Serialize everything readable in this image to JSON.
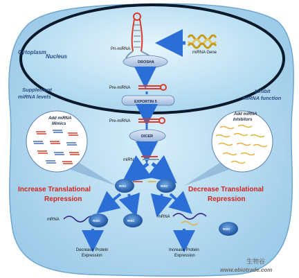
{
  "labels": {
    "cytoplasm": "Cytoplasm",
    "nucleus": "Nucleus",
    "pri_mirna": "Pri-miRNA",
    "mirna_gene": "miRNA Gene",
    "drosha": "DROSHA",
    "pre_mirna_nucleus": "Pre-miRNA",
    "exportin": "EXPORTIN 5",
    "pre_mirna_cyto": "Pre-miRNA",
    "dicer": "DICER",
    "mirna": "miRNA",
    "supplement_line1": "Supplement",
    "supplement_line2": "miRNA levels",
    "inhibit_line1": "Inhibit",
    "inhibit_line2": "miRNA function",
    "mimics_line1": "Add miRNA",
    "mimics_line2": "Mimics",
    "inhibitors_line1": "Add miRNA",
    "inhibitors_line2": "Inhibitors",
    "increase_line1": "Increase Translational",
    "increase_line2": "Repression",
    "decrease_line1": "Decrease Translational",
    "decrease_line2": "Repression",
    "risc": "RISC",
    "mrna_left": "mRNA",
    "mrna_right": "mRNA",
    "decrease_protein_line1": "Decrease Protein",
    "decrease_protein_line2": "Expression",
    "increase_protein_line1": "Increase Protein",
    "increase_protein_line2": "Expression",
    "watermark_cn": "生物谷",
    "watermark_url": "www.ebiotrade.com"
  },
  "colors": {
    "cell": "#b9def3",
    "nucleus": "#cfe9f7",
    "nucleus_border": "#0a1a2a",
    "arrow": "#2b6fd6",
    "red_text": "#d0261d",
    "blue_label": "#2a4f86",
    "risc": "#1f66b0"
  }
}
